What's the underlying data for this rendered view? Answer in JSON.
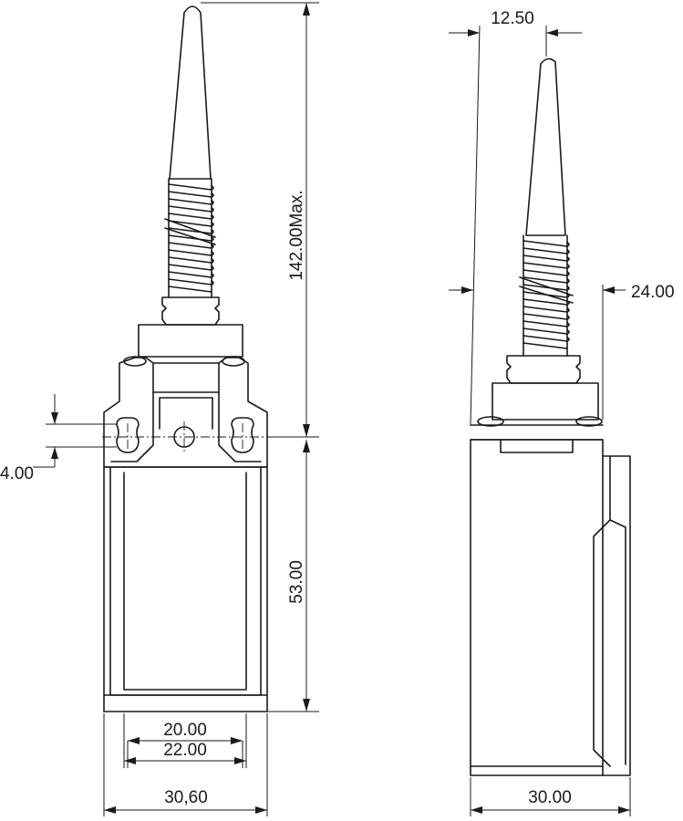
{
  "diagram": {
    "front_view": {
      "dim_overall_height": "142.00Max.",
      "dim_body_height": "53.00",
      "dim_hole_offset": "4.00",
      "dim_inner_width": "20.00",
      "dim_hole_spacing": "22.00",
      "dim_body_width": "30,60"
    },
    "side_view": {
      "dim_tip_offset": "12.50",
      "dim_actuator_offset": "24.00",
      "dim_body_depth": "30.00"
    }
  }
}
